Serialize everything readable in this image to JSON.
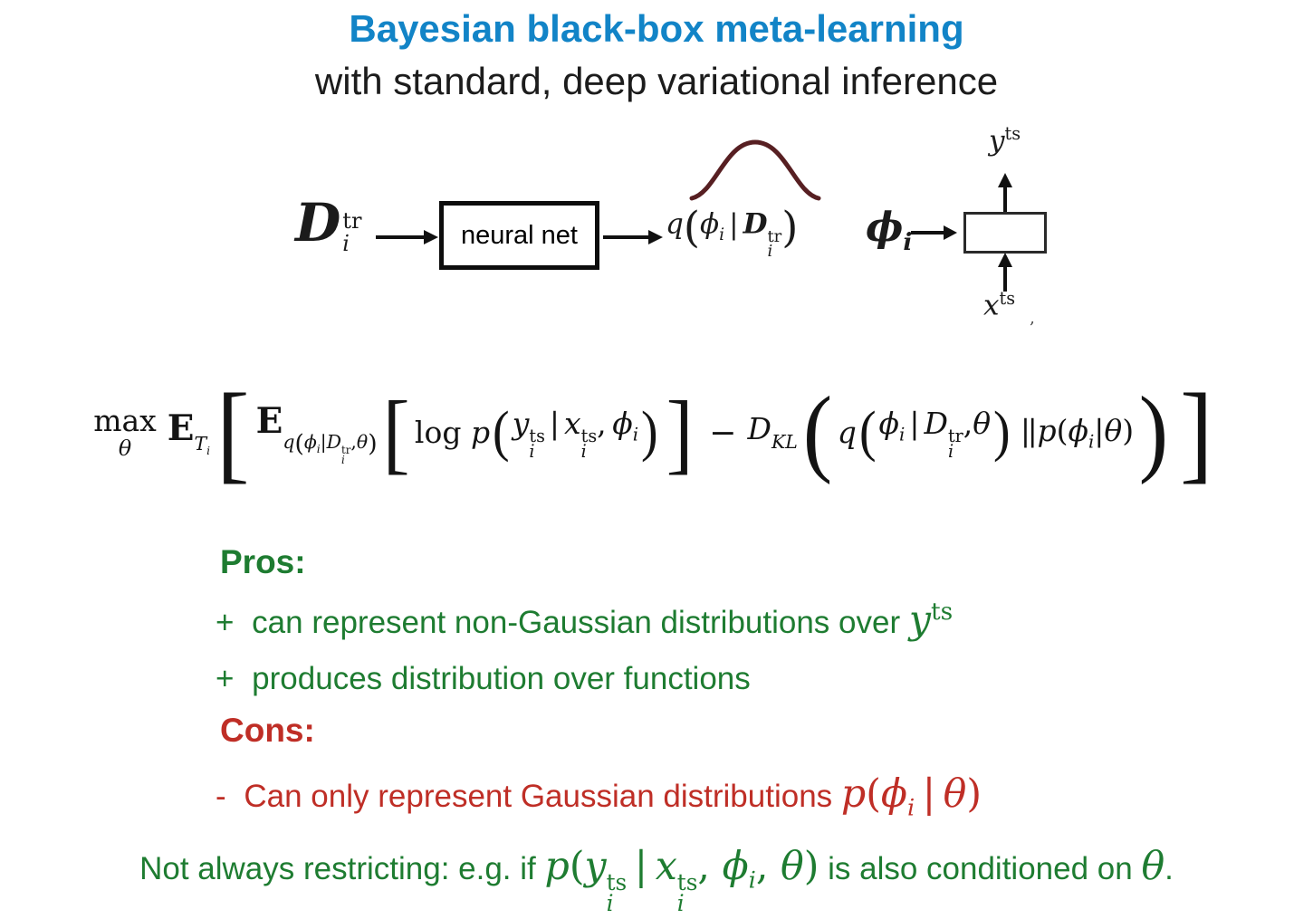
{
  "colors": {
    "title_blue": "#1284c7",
    "green": "#1e7c31",
    "red": "#bf2e26",
    "curve_maroon": "#571f22",
    "text_black": "#1b1b1b"
  },
  "title": {
    "line1": "Bayesian black-box meta-learning",
    "line2": "with standard, deep variational inference"
  },
  "diagram": {
    "input_html": "<span class='bigD'>D</span><span class='ss2'><span class='t'>tr</span><span class='b'>i</span></span>",
    "neural_net_label": "neural net",
    "q_html": "<i>q</i><span class='lp'>(</span><i>&#981;</i><sub><i>i</i></sub><span class='mid'>|</span><i><b>D</b></i><span class='ss'><span class='t'>tr</span><span class='b'>i</span></span><span class='lp'>)</span>",
    "phi_html": "<i>&#981;</i><sub><i>i</i></sub>",
    "y_test_html": "<i>y</i><sup class='rup'>ts</sup>",
    "x_test_html": "<i>x</i><sup class='rup'>ts</sup><span class='stray'>,</span>"
  },
  "equation_html": "<span class='limop'><span class='up'>max</span><span class='lim'><i>&#952;</i></span></span><span class='grp'><span class='E'>E</span><span class='msub'><i>T</i><sub><i>i</i></sub></span></span><span class='d1'>[</span><span class='grp'><span class='E'>E</span><span class='msub low'><i>q</i><span class='p0'>(</span><i>&#981;</i><sub><i>i</i></sub>|<i>D</i><span class='ss'><span class='t'>tr</span><span class='b'>i</span></span>,<i>&#952;</i><span class='p0'>)</span></span></span><span class='d2'>[</span><span class='grp'><span class='up'>log</span>&nbsp;<i>p</i></span><span class='d3'>(</span><span class='grp'><i>y</i><span class='ss'><span class='t'>ts</span><span class='b'>i</span></span><span class='mid'>|</span><i>x</i><span class='ss'><span class='t'>ts</span><span class='b'>i</span></span>,&thinsp;<i>&#981;</i><sub><i>i</i></sub></span><span class='d3'>)</span><span class='d2'>]</span><span class='binop'>&#8722;</span><span class='grp'><i>D</i><span class='msub'><i>KL</i></span></span><span class='d4'>(</span><span class='grp'><i>q</i></span><span class='d3'>(</span><span class='grp'><i>&#981;</i><sub><i>i</i></sub><span class='mid'>|</span><i>D</i><span class='ss'><span class='t'>tr</span><span class='b'>i</span></span>,<i>&#952;</i></span><span class='d3'>)</span><span class='grp'><span class='dbar'>||</span><i>p</i>(<i>&#981;</i><sub><i>i</i></sub>|<i>&#952;</i>)</span><span class='d4'>)</span><span class='d1'>]</span>",
  "pros": {
    "heading": "Pros:",
    "items_html": [
      "<span class='bullet'>+</span> can represent non-Gaussian distributions over <span class='fn'><i>y</i><sup class='rup'>ts</sup></span>",
      "<span class='bullet'>+</span> produces distribution over functions"
    ]
  },
  "cons": {
    "heading": "Cons:",
    "item_html": "<span class='bullet'>-</span> Can only represent Gaussian distributions <span class='fn'><i>p</i>(<i>&#981;</i><sub><i>i</i></sub>&thinsp;|&thinsp;<i>&#952;</i>)</span>"
  },
  "footnote_html": "Not always restricting: e.g. if <span class='fn'><i>p</i>(<i>y</i><span class='ss'><span class='t'>ts</span><span class='b'>i</span></span>&thinsp;|&thinsp;<i>x</i><span class='ss'><span class='t'>ts</span><span class='b'>i</span></span>, <i>&#981;</i><sub><i>i</i></sub>, <i>&#952;</i>)</span> is also conditioned on <span class='fn'><i>&#952;</i></span>."
}
